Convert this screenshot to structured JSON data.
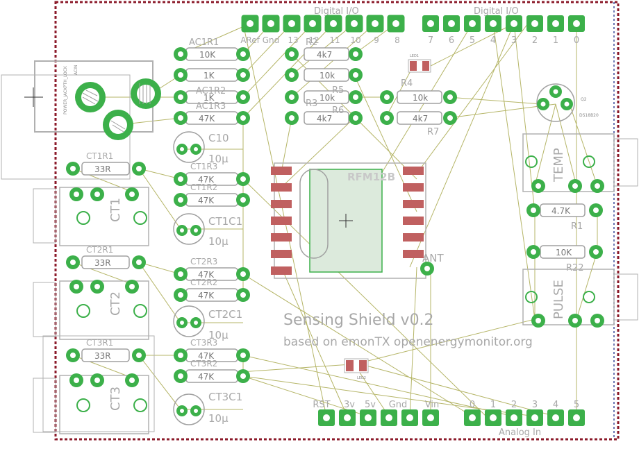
{
  "board": {
    "title": "Sensing Shield v0.2",
    "subtitle": "based on emonTX openenergymonitor.org",
    "colors": {
      "outline": "#8b1a2a",
      "copper": "#3cb04a",
      "wire": "#b5b567",
      "label": "#a8a8a8",
      "pad": "#c06060",
      "part": "#b0b0b0"
    }
  },
  "headers": {
    "digital_left_title": "Digital I/O",
    "digital_right_title": "Digital I/O",
    "digital_left_pins": [
      "ARef",
      "Gnd",
      "13",
      "12",
      "11",
      "10",
      "9",
      "8"
    ],
    "digital_right_pins": [
      "7",
      "6",
      "5",
      "4",
      "3",
      "2",
      "1",
      "0"
    ],
    "power_pins": [
      "RST",
      "3v",
      "5v",
      "Gnd",
      "Gnd",
      "Vin"
    ],
    "analog_pins": [
      "0",
      "1",
      "2",
      "3",
      "4",
      "5"
    ],
    "analog_title": "Analog In"
  },
  "components": {
    "ac1r1": {
      "ref": "AC1R1",
      "value": "10K"
    },
    "ac1r2": {
      "ref": "AC1R2",
      "value": "1K"
    },
    "ac1r2b": {
      "value": "1K"
    },
    "ac1r3": {
      "ref": "AC1R3",
      "value": "47K"
    },
    "c10": {
      "ref": "C10",
      "value": "10µ"
    },
    "ct1r1": {
      "ref": "CT1R1",
      "value": "33R"
    },
    "ct1r3": {
      "ref": "CT1R3",
      "value": "47K"
    },
    "ct1r2": {
      "ref": "CT1R2",
      "value": "47K"
    },
    "ct1c1": {
      "ref": "CT1C1",
      "value": "10µ"
    },
    "ct2r1": {
      "ref": "CT2R1",
      "value": "33R"
    },
    "ct2r3": {
      "ref": "CT2R3",
      "value": "47K"
    },
    "ct2r2": {
      "ref": "CT2R2",
      "value": "47K"
    },
    "ct2c1": {
      "ref": "CT2C1",
      "value": "10µ"
    },
    "ct3r1": {
      "ref": "CT3R1",
      "value": "33R"
    },
    "ct3r3": {
      "ref": "CT3R3",
      "value": "47K"
    },
    "ct3r2": {
      "ref": "CT3R2",
      "value": "47K"
    },
    "ct3c1": {
      "ref": "CT3C1",
      "value": "10µ"
    },
    "r2": {
      "ref": "R2",
      "value": "4k7"
    },
    "r3": {
      "ref": "R3",
      "value": "10k"
    },
    "r5": {
      "ref": "R5",
      "value": "10k"
    },
    "r6": {
      "ref": "R6",
      "value": "4k7"
    },
    "r4": {
      "ref": "R4",
      "value": "10k"
    },
    "r7": {
      "ref": "R7",
      "value": "4k7"
    },
    "r1": {
      "ref": "R1",
      "value": "4.7K"
    },
    "r22": {
      "ref": "R22",
      "value": "10K"
    },
    "rfm": {
      "ref": "RFM12B",
      "ant": "ANT"
    },
    "ct1": {
      "ref": "CT1"
    },
    "ct2": {
      "ref": "CT2"
    },
    "ct3": {
      "ref": "CT3"
    },
    "temp": {
      "ref": "TEMP"
    },
    "pulse": {
      "ref": "PULSE"
    },
    "q2": {
      "ref": "Q2",
      "part": "DS18B20"
    },
    "power_jack": {
      "ref": "POWER_JACKPTH_LOCK",
      "sub": "ACIN"
    },
    "led1": {
      "ref": "LED1"
    },
    "led2": {
      "ref": "LED2"
    }
  }
}
